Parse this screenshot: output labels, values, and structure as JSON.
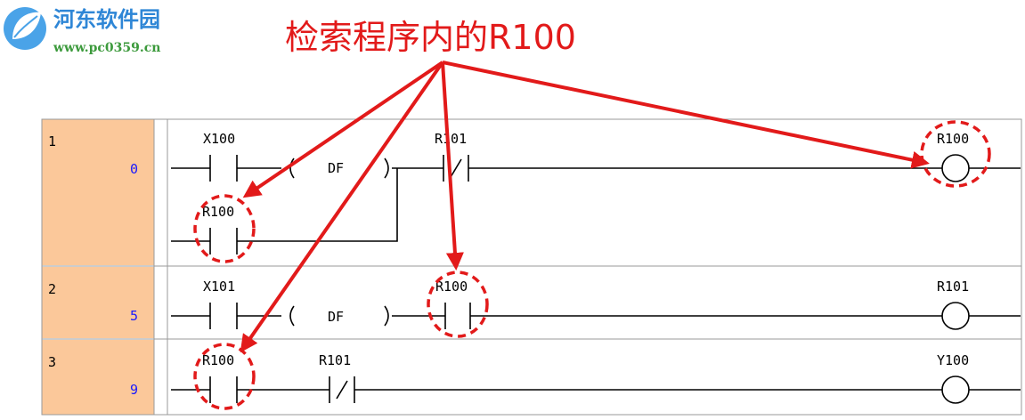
{
  "watermark": {
    "title": "河东软件园",
    "url": "www.pc0359.cn",
    "icon": "leaf-logo-icon"
  },
  "headline": "检索程序内的R100",
  "colors": {
    "annotation": "#e21a1a",
    "rung_header_bg": "#fbc89a",
    "step_number": "#1a1aff",
    "grid_line": "#9a9a9a"
  },
  "rungs": [
    {
      "number": "1",
      "step": "0"
    },
    {
      "number": "2",
      "step": "5"
    },
    {
      "number": "3",
      "step": "9"
    }
  ],
  "labels": {
    "r1_x100": "X100",
    "r1_df": "DF",
    "r1_r101": "R101",
    "r1_coil_r100": "R100",
    "r1_branch_r100": "R100",
    "r2_x101": "X101",
    "r2_df": "DF",
    "r2_r100": "R100",
    "r2_coil_r101": "R101",
    "r3_r100": "R100",
    "r3_r101": "R101",
    "r3_coil_y100": "Y100"
  }
}
